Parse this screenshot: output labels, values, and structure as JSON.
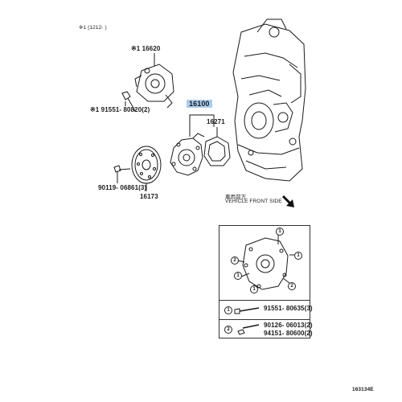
{
  "header_note": "※1 (1212-     )",
  "parts": {
    "p16620": "※1 16620",
    "p91551_1": "※1 91551- 80820(2)",
    "p16100": "16100",
    "p16271": "16271",
    "p90119": "90119- 06861(3)",
    "p16173": "16173"
  },
  "direction": {
    "jp": "車両前方",
    "en": "VEHICLE FRONT SIDE"
  },
  "inset": {
    "markers": [
      "1",
      "2"
    ],
    "row1_marker": "1",
    "row1_part": "91551- 80635(3)",
    "row2_marker": "2",
    "row2_part_a": "90126- 06013(2)",
    "row2_part_b": "94151- 80600(2)"
  },
  "diagram_id": "163134E"
}
